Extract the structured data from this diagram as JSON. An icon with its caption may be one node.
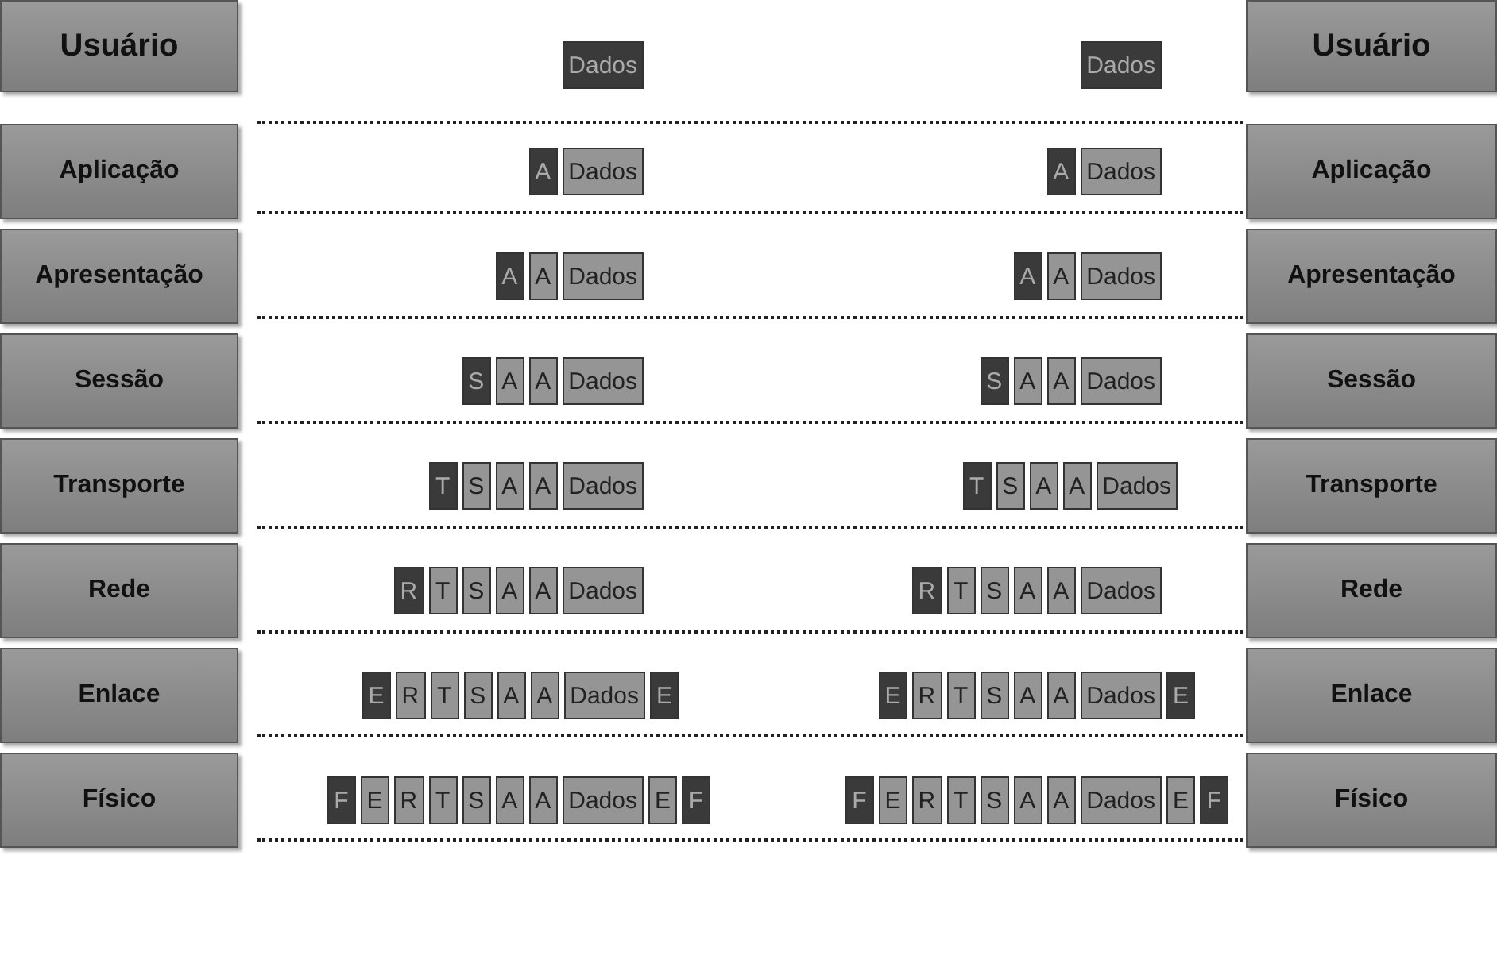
{
  "diagram": {
    "nodes": [
      {
        "text": [
          "Usuário"
        ]
      },
      {
        "text": [
          "Dados"
        ]
      },
      {
        "text": [
          "Dados"
        ]
      },
      {
        "text": [
          "Usuário"
        ]
      },
      {
        "text": [
          "Aplicação"
        ]
      },
      {
        "text": [
          "A"
        ]
      },
      {
        "text": [
          "Dados"
        ]
      },
      {
        "text": [
          "A"
        ]
      },
      {
        "text": [
          "Dados"
        ]
      },
      {
        "text": [
          "Aplicação"
        ]
      },
      {
        "text": [
          "Apresentação"
        ]
      },
      {
        "text": [
          "A"
        ]
      },
      {
        "text": [
          "A"
        ]
      },
      {
        "text": [
          "Dados"
        ]
      },
      {
        "text": [
          "A"
        ]
      },
      {
        "text": [
          "A"
        ]
      },
      {
        "text": [
          "Dados"
        ]
      },
      {
        "text": [
          "Apresentação"
        ]
      },
      {
        "text": [
          "Sessão"
        ]
      },
      {
        "text": [
          "S"
        ]
      },
      {
        "text": [
          "A"
        ]
      },
      {
        "text": [
          "A"
        ]
      },
      {
        "text": [
          "Dados"
        ]
      },
      {
        "text": [
          "S"
        ]
      },
      {
        "text": [
          "A"
        ]
      },
      {
        "text": [
          "A"
        ]
      },
      {
        "text": [
          "Dados"
        ]
      },
      {
        "text": [
          "Sessão"
        ]
      },
      {
        "text": [
          "Transporte"
        ]
      },
      {
        "text": [
          "T"
        ]
      },
      {
        "text": [
          "S"
        ]
      },
      {
        "text": [
          "A"
        ]
      },
      {
        "text": [
          "A"
        ]
      },
      {
        "text": [
          "Dados"
        ]
      },
      {
        "text": [
          "T"
        ]
      },
      {
        "text": [
          "S"
        ]
      },
      {
        "text": [
          "A"
        ]
      },
      {
        "text": [
          "A"
        ]
      },
      {
        "text": [
          "Dados"
        ]
      },
      {
        "text": [
          "Transporte"
        ]
      },
      {
        "text": [
          "Rede"
        ]
      },
      {
        "text": [
          "R"
        ]
      },
      {
        "text": [
          "T"
        ]
      },
      {
        "text": [
          "S"
        ]
      },
      {
        "text": [
          "A"
        ]
      },
      {
        "text": [
          "A"
        ]
      },
      {
        "text": [
          "Dados"
        ]
      },
      {
        "text": [
          "R"
        ]
      },
      {
        "text": [
          "T"
        ]
      },
      {
        "text": [
          "S"
        ]
      },
      {
        "text": [
          "A"
        ]
      },
      {
        "text": [
          "A"
        ]
      },
      {
        "text": [
          "Dados"
        ]
      },
      {
        "text": [
          "Rede"
        ]
      },
      {
        "text": [
          "Enlace"
        ]
      },
      {
        "text": [
          "E"
        ]
      },
      {
        "text": [
          "R"
        ]
      },
      {
        "text": [
          "T"
        ]
      },
      {
        "text": [
          "S"
        ]
      },
      {
        "text": [
          "A"
        ]
      },
      {
        "text": [
          "A"
        ]
      },
      {
        "text": [
          "Dados"
        ]
      },
      {
        "text": [
          "E"
        ]
      },
      {
        "text": [
          "E"
        ]
      },
      {
        "text": [
          "R"
        ]
      },
      {
        "text": [
          "T"
        ]
      },
      {
        "text": [
          "S"
        ]
      },
      {
        "text": [
          "A"
        ]
      },
      {
        "text": [
          "A"
        ]
      },
      {
        "text": [
          "Dados"
        ]
      },
      {
        "text": [
          "E"
        ]
      },
      {
        "text": [
          "Enlace"
        ]
      },
      {
        "text": [
          "Físico"
        ]
      },
      {
        "text": [
          "F"
        ]
      },
      {
        "text": [
          "E"
        ]
      },
      {
        "text": [
          "R"
        ]
      },
      {
        "text": [
          "T"
        ]
      },
      {
        "text": [
          "S"
        ]
      },
      {
        "text": [
          "A"
        ]
      },
      {
        "text": [
          "A"
        ]
      },
      {
        "text": [
          "Dados"
        ]
      },
      {
        "text": [
          "E"
        ]
      },
      {
        "text": [
          "F"
        ]
      },
      {
        "text": [
          "F"
        ]
      },
      {
        "text": [
          "E"
        ]
      },
      {
        "text": [
          "R"
        ]
      },
      {
        "text": [
          "T"
        ]
      },
      {
        "text": [
          "S"
        ]
      },
      {
        "text": [
          "A"
        ]
      },
      {
        "text": [
          "A"
        ]
      },
      {
        "text": [
          "Dados"
        ]
      },
      {
        "text": [
          "E"
        ]
      },
      {
        "text": [
          "F"
        ]
      },
      {
        "text": [
          "Físico"
        ]
      }
    ]
  }
}
